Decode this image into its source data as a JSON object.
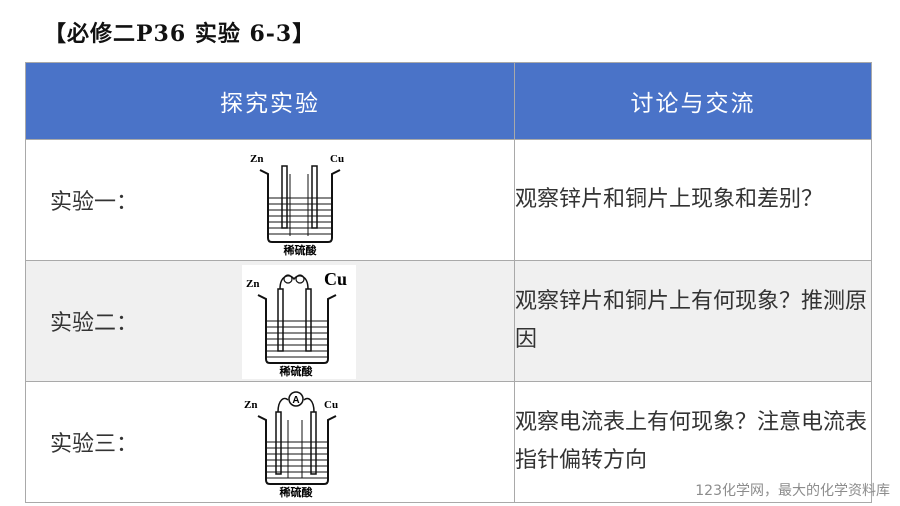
{
  "page": {
    "title": "【必修二P36 实验 6-3】",
    "watermark": "123化学网，最大的化学资料库"
  },
  "table": {
    "headers": [
      "探究实验",
      "讨论与交流"
    ],
    "rows": [
      {
        "label": "实验一：",
        "discussion": "观察锌片和铜片上现象和差别？",
        "diagram": {
          "left_electrode": "Zn",
          "right_electrode": "Cu",
          "solution": "稀硫酸",
          "connection": "none"
        }
      },
      {
        "label": "实验二：",
        "discussion": "观察锌片和铜片上有何现象？推测原因",
        "diagram": {
          "left_electrode": "Zn",
          "right_electrode": "Cu",
          "solution": "稀硫酸",
          "connection": "wire"
        }
      },
      {
        "label": "实验三：",
        "discussion": "观察电流表上有何现象？注意电流表指针偏转方向",
        "diagram": {
          "left_electrode": "Zn",
          "right_electrode": "Cu",
          "solution": "稀硫酸",
          "connection": "ammeter",
          "ammeter_symbol": "A"
        }
      }
    ]
  },
  "colors": {
    "header_bg": "#4a73c8",
    "header_text": "#ffffff",
    "row_alt_bg": "#f0f0f0",
    "border": "#a9a9a9"
  }
}
